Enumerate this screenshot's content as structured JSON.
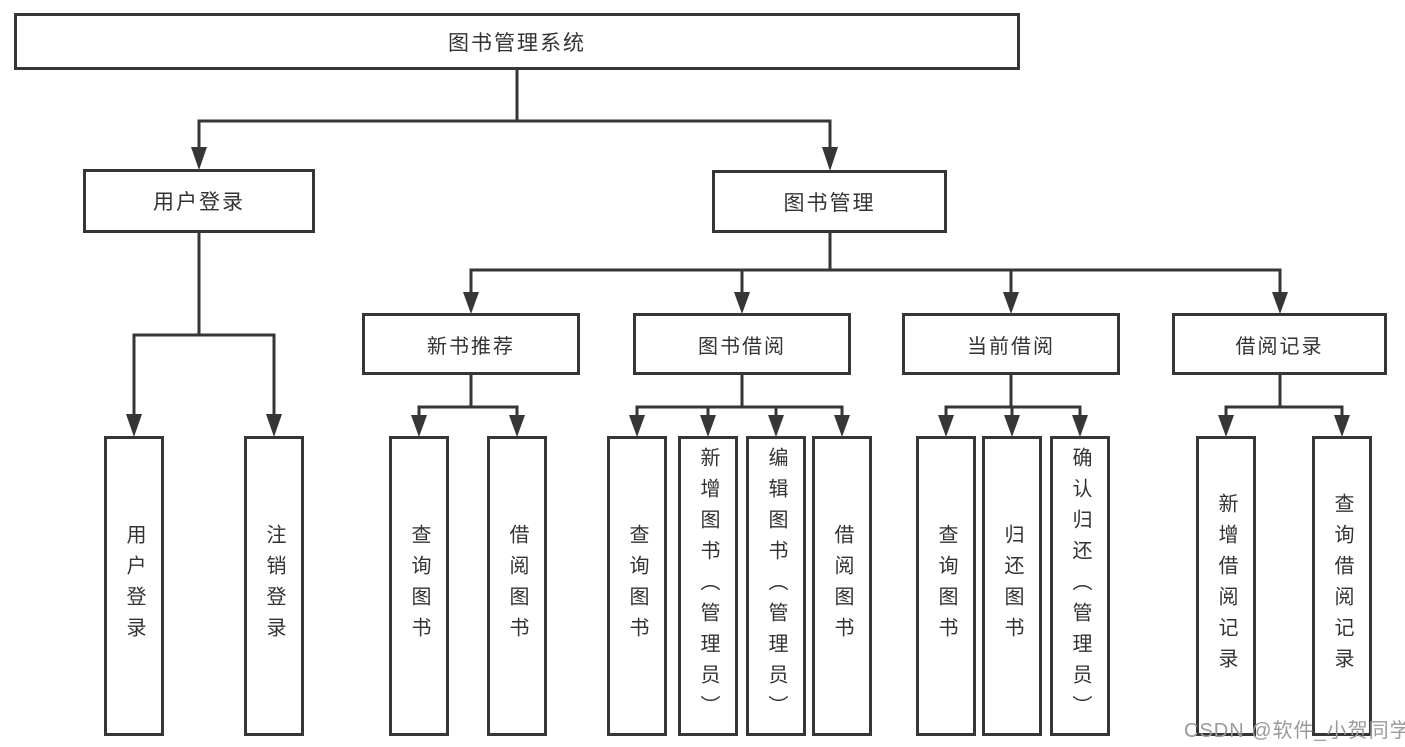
{
  "diagram": {
    "root": {
      "label": "图书管理系统"
    },
    "branches": [
      {
        "label": "用户登录",
        "children": [
          {
            "label": "用户登录"
          },
          {
            "label": "注销登录"
          }
        ]
      },
      {
        "label": "图书管理",
        "children": [
          {
            "label": "新书推荐",
            "children": [
              {
                "label": "查询图书"
              },
              {
                "label": "借阅图书"
              }
            ]
          },
          {
            "label": "图书借阅",
            "children": [
              {
                "label": "查询图书"
              },
              {
                "label": "新增图书（管理员）"
              },
              {
                "label": "编辑图书（管理员）"
              },
              {
                "label": "借阅图书"
              }
            ]
          },
          {
            "label": "当前借阅",
            "children": [
              {
                "label": "查询图书"
              },
              {
                "label": "归还图书"
              },
              {
                "label": "确认归还（管理员）"
              }
            ]
          },
          {
            "label": "借阅记录",
            "children": [
              {
                "label": "新增借阅记录"
              },
              {
                "label": "查询借阅记录"
              }
            ]
          }
        ]
      }
    ]
  },
  "watermark": {
    "text": "CSDN @软件_小贺同学"
  },
  "colors": {
    "line": "#363636",
    "box_border": "#363636",
    "text": "#333333",
    "watermark": "#9a9a9a",
    "background": "#ffffff"
  }
}
